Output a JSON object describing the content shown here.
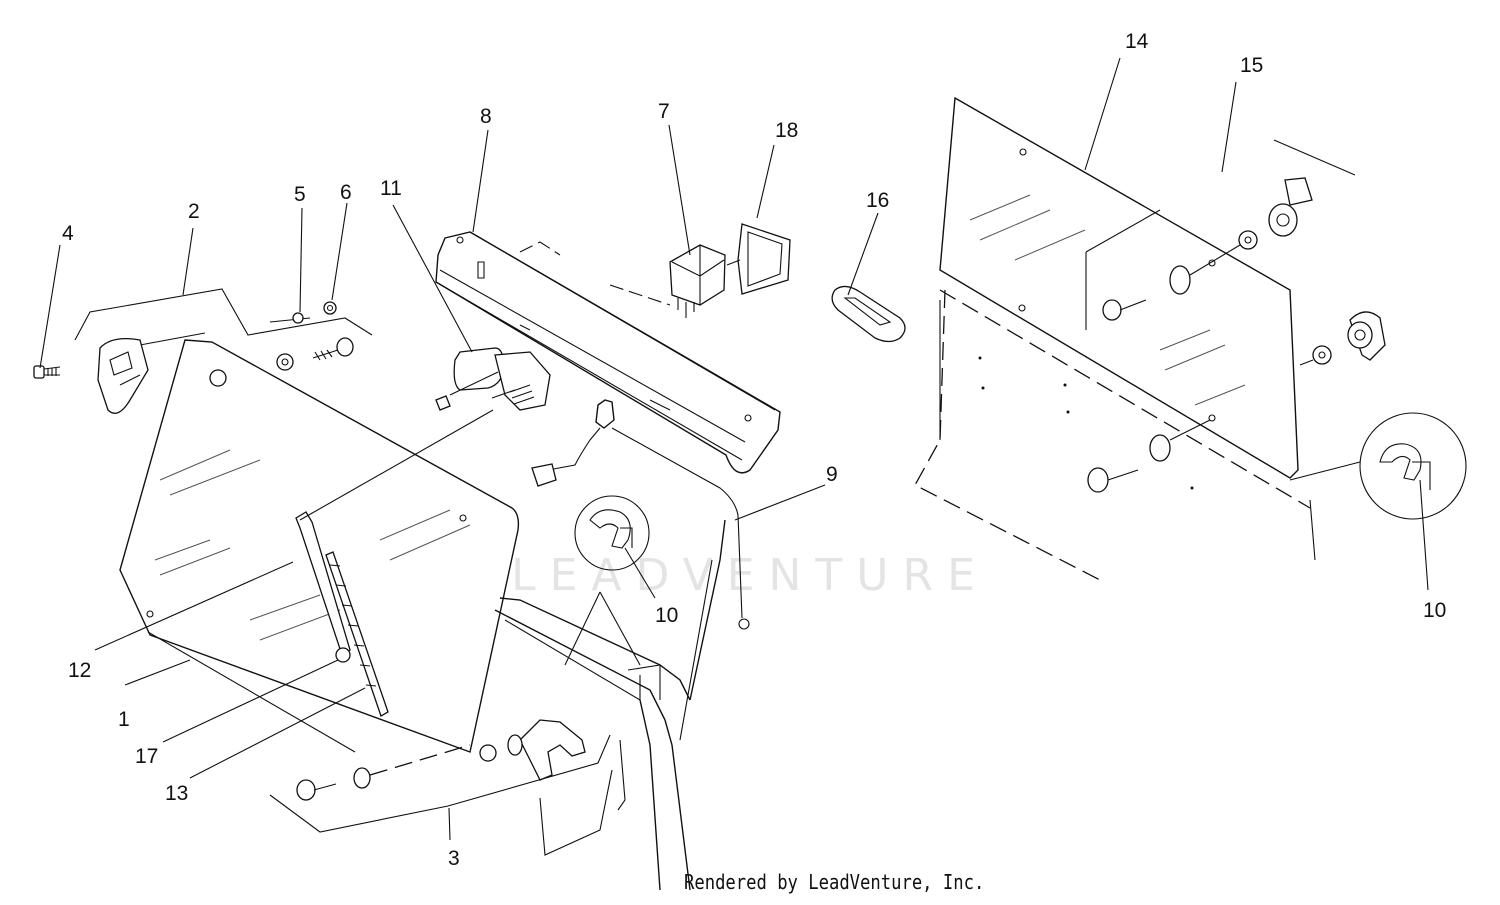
{
  "callouts": [
    "1",
    "2",
    "3",
    "4",
    "5",
    "6",
    "7",
    "8",
    "9",
    "10",
    "11",
    "12",
    "13",
    "14",
    "15",
    "16",
    "17",
    "18"
  ],
  "watermark": "LEADVENTURE",
  "credit": "Rendered by LeadVenture, Inc."
}
